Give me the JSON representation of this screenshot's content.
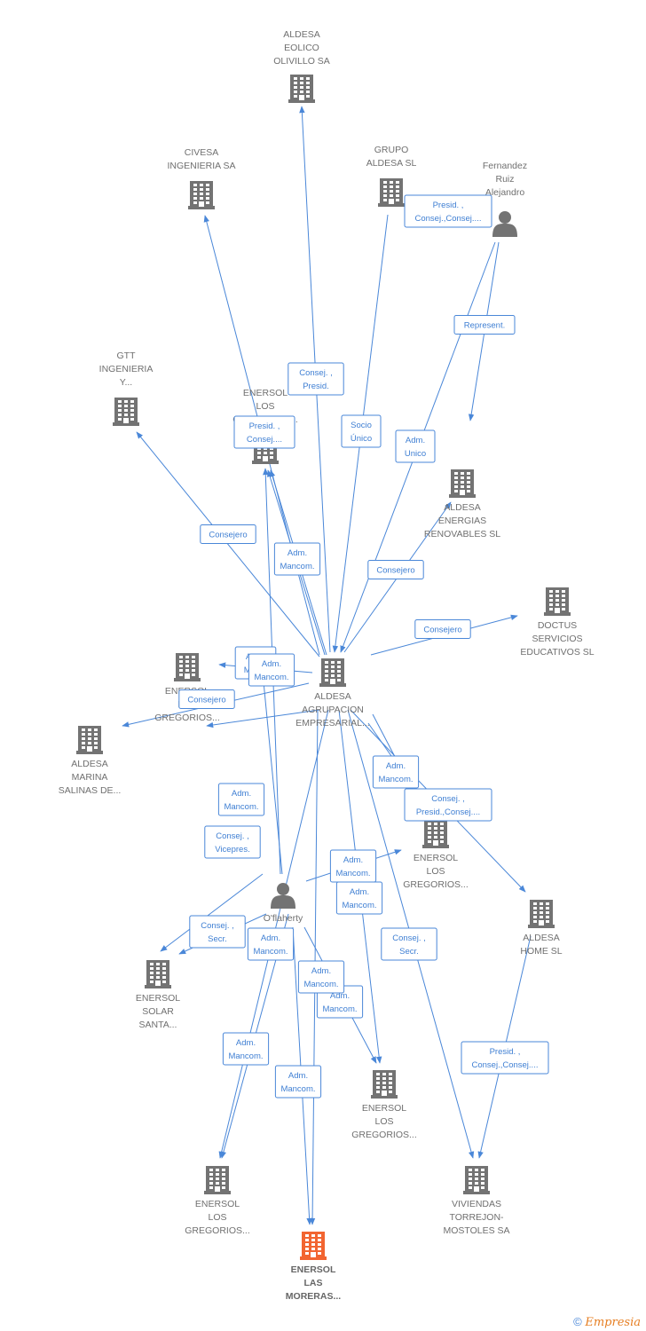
{
  "nodes": [
    {
      "id": "eolico",
      "type": "company",
      "label": [
        "ALDESA",
        "EOLICO",
        "OLIVILLO SA"
      ]
    },
    {
      "id": "civesa",
      "type": "company",
      "label": [
        "CIVESA",
        "INGENIERIA SA"
      ]
    },
    {
      "id": "grupo",
      "type": "company",
      "label": [
        "GRUPO",
        "ALDESA SL"
      ]
    },
    {
      "id": "fernandez",
      "type": "person",
      "label": [
        "Fernandez",
        "Ruiz",
        "Alejandro"
      ]
    },
    {
      "id": "gtt",
      "type": "company",
      "label": [
        "GTT",
        "INGENIERIA",
        "Y..."
      ]
    },
    {
      "id": "enersol_g1",
      "type": "company",
      "label": [
        "ENERSOL",
        "LOS",
        "GREGORIOS..."
      ]
    },
    {
      "id": "energias",
      "type": "company",
      "label": [
        "ALDESA",
        "ENERGIAS",
        "RENOVABLES SL"
      ]
    },
    {
      "id": "doctus",
      "type": "company",
      "label": [
        "DOCTUS",
        "SERVICIOS",
        "EDUCATIVOS SL"
      ]
    },
    {
      "id": "agrupacion",
      "type": "company",
      "label": [
        "ALDESA",
        "AGRUPACION",
        "EMPRESARIAL..."
      ]
    },
    {
      "id": "enersol_g2",
      "type": "company",
      "label": [
        "ENERSOL",
        "LOS",
        "GREGORIOS..."
      ]
    },
    {
      "id": "marina",
      "type": "company",
      "label": [
        "ALDESA",
        "MARINA",
        "SALINAS DE..."
      ]
    },
    {
      "id": "enersol_g3",
      "type": "company",
      "label": [
        "ENERSOL",
        "LOS",
        "GREGORIOS..."
      ]
    },
    {
      "id": "home",
      "type": "company",
      "label": [
        "ALDESA",
        "HOME SL"
      ]
    },
    {
      "id": "oflaherty",
      "type": "person",
      "label": [
        "O'flaherty"
      ]
    },
    {
      "id": "santa",
      "type": "company",
      "label": [
        "ENERSOL",
        "SOLAR",
        "SANTA..."
      ]
    },
    {
      "id": "enersol_g4",
      "type": "company",
      "label": [
        "ENERSOL",
        "LOS",
        "GREGORIOS..."
      ]
    },
    {
      "id": "enersol_g5",
      "type": "company",
      "label": [
        "ENERSOL",
        "LOS",
        "GREGORIOS..."
      ]
    },
    {
      "id": "viviendas",
      "type": "company",
      "label": [
        "VIVIENDAS",
        "TORREJON-",
        "MOSTOLES SA"
      ]
    },
    {
      "id": "moreras",
      "type": "company",
      "focus": true,
      "label": [
        "ENERSOL",
        "LAS",
        "MORERAS..."
      ]
    }
  ],
  "edges": [
    {
      "from": "agrupacion",
      "to": "eolico"
    },
    {
      "from": "agrupacion",
      "to": "civesa",
      "label": [
        "Consej. ,",
        "Presid."
      ]
    },
    {
      "from": "grupo",
      "to": "agrupacion",
      "label": [
        "Socio",
        "Único"
      ]
    },
    {
      "from": "fernandez",
      "to": "agrupacion",
      "label": [
        "Adm.",
        "Unico"
      ]
    },
    {
      "from": "fernandez",
      "to": "energias",
      "label": [
        "Represent."
      ]
    },
    {
      "from": "grupo",
      "to": "fernandez",
      "label": [
        "Presid. ,",
        "Consej.,Consej...."
      ]
    },
    {
      "from": "agrupacion",
      "to": "gtt",
      "label": [
        "Consejero"
      ]
    },
    {
      "from": "agrupacion",
      "to": "enersol_g1",
      "label": [
        "Presid. ,",
        "Consej...."
      ]
    },
    {
      "from": "agrupacion",
      "to": "enersol_g1",
      "label": [
        "Adm.",
        "Mancom."
      ]
    },
    {
      "from": "agrupacion",
      "to": "energias",
      "label": [
        "Consejero"
      ]
    },
    {
      "from": "agrupacion",
      "to": "doctus",
      "label": [
        "Consejero"
      ]
    },
    {
      "from": "agrupacion",
      "to": "enersol_g2",
      "label": [
        "Adm.",
        "Man..."
      ]
    },
    {
      "from": "oflaherty",
      "to": "enersol_g2",
      "label": [
        "Adm.",
        "Mancom."
      ]
    },
    {
      "from": "agrupacion",
      "to": "marina",
      "label": [
        "Consejero"
      ]
    },
    {
      "from": "oflaherty",
      "to": "enersol_g1"
    },
    {
      "from": "agrupacion",
      "to": "enersol_g3",
      "label": [
        "Adm.",
        "Mancom."
      ]
    },
    {
      "from": "agrupacion",
      "to": "enersol_g3",
      "label": [
        "Consej. ,",
        "Presid.,Consej...."
      ]
    },
    {
      "from": "agrupacion",
      "to": "home"
    },
    {
      "from": "agrupacion",
      "to": "santa",
      "label": [
        "Adm.",
        "Mancom."
      ]
    },
    {
      "from": "oflaherty",
      "to": "santa",
      "label": [
        "Consej. ,",
        "Secr."
      ]
    },
    {
      "from": "oflaherty",
      "to": "enersol_g2",
      "label": [
        "Consej. ,",
        "Vicepres."
      ]
    },
    {
      "from": "oflaherty",
      "to": "enersol_g3",
      "label": [
        "Adm.",
        "Mancom."
      ]
    },
    {
      "from": "agrupacion",
      "to": "enersol_g4",
      "label": [
        "Adm.",
        "Mancom."
      ]
    },
    {
      "from": "oflaherty",
      "to": "enersol_g4",
      "label": [
        "Adm.",
        "Mancom."
      ]
    },
    {
      "from": "oflaherty",
      "to": "enersol_g5",
      "label": [
        "Adm.",
        "Mancom."
      ]
    },
    {
      "from": "agrupacion",
      "to": "enersol_g5",
      "label": [
        "Adm.",
        "Mancom."
      ]
    },
    {
      "from": "agrupacion",
      "to": "viviendas",
      "label": [
        "Consej. ,",
        "Secr."
      ]
    },
    {
      "from": "home",
      "to": "viviendas",
      "label": [
        "Presid. ,",
        "Consej.,Consej...."
      ]
    },
    {
      "from": "agrupacion",
      "to": "moreras",
      "label": [
        "Adm.",
        "Mancom."
      ]
    },
    {
      "from": "oflaherty",
      "to": "moreras",
      "label": [
        "Adm.",
        "Mancom."
      ]
    }
  ],
  "footer": {
    "copyright": "©",
    "brand": "Empresia"
  },
  "colors": {
    "node": "#737373",
    "focus": "#f26531",
    "edge": "#4a87d8"
  }
}
